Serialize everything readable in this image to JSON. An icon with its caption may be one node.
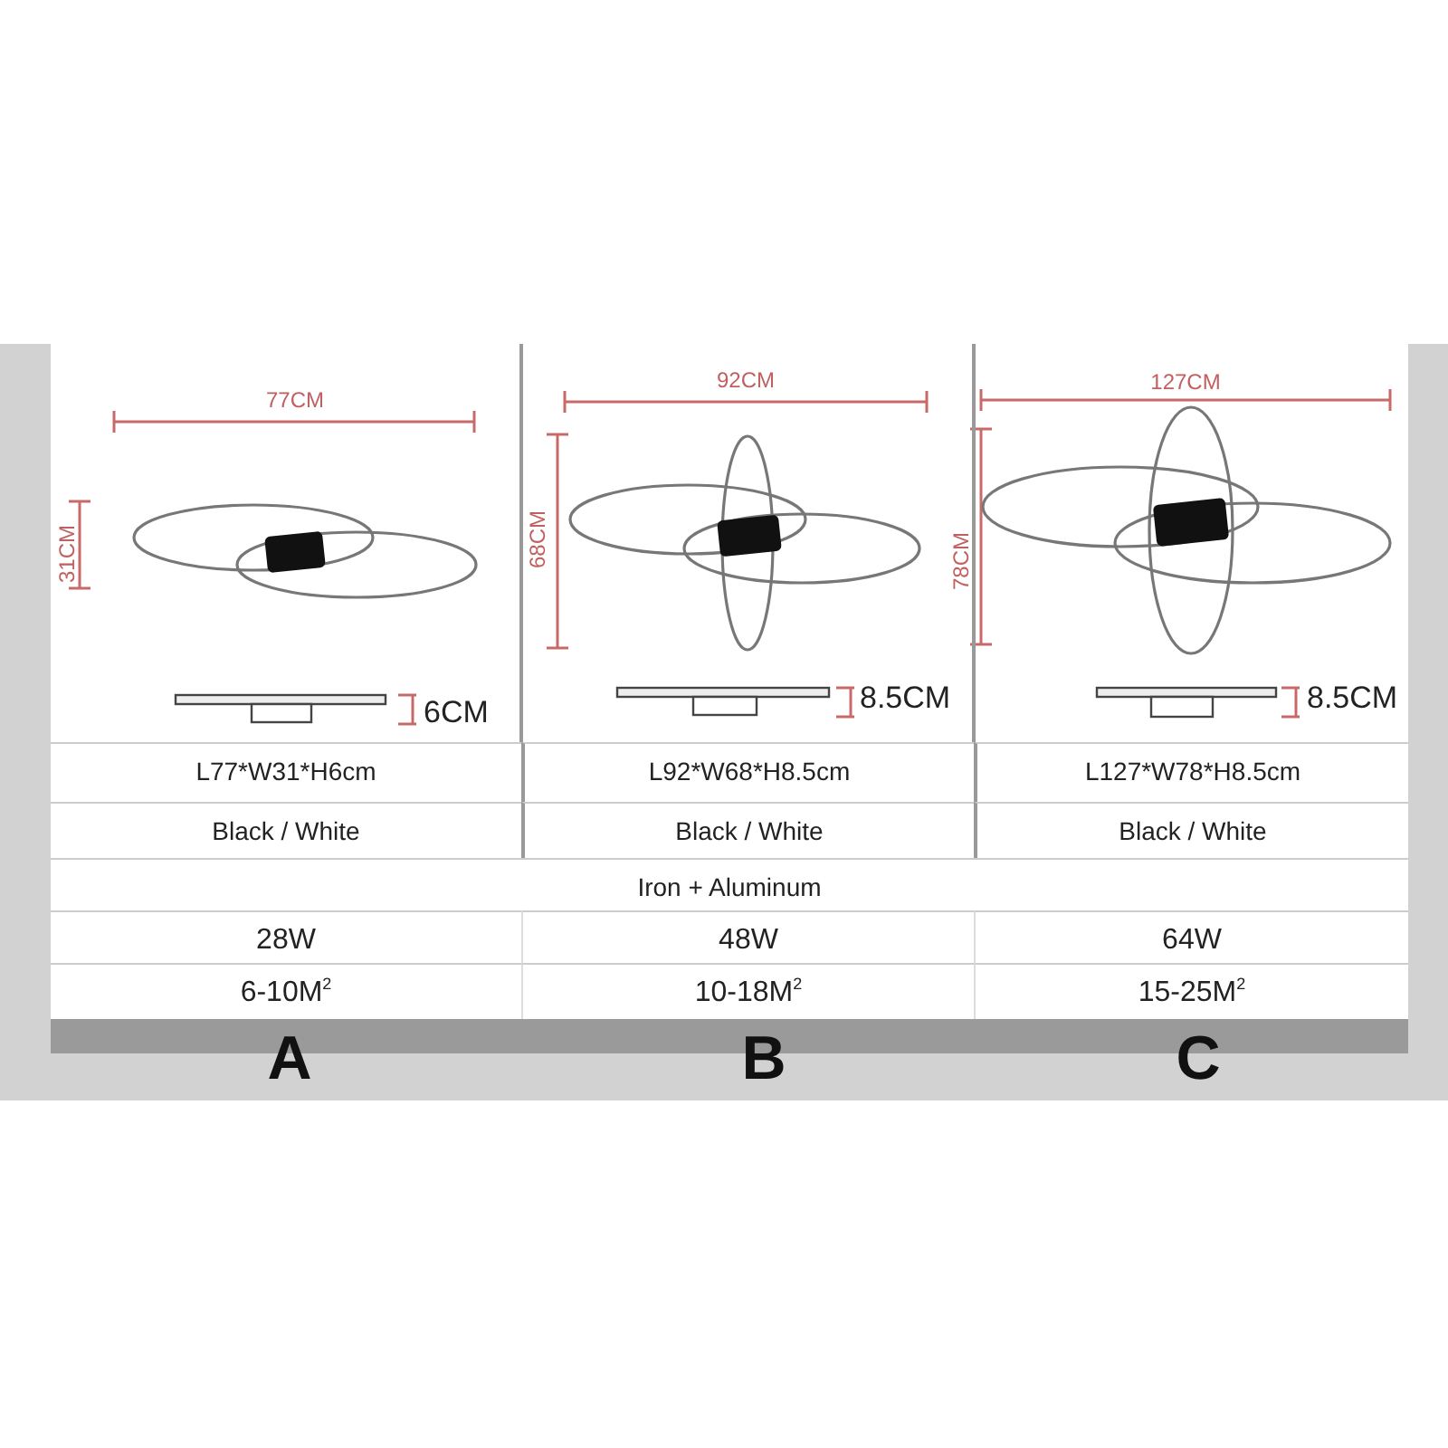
{
  "diagram": {
    "labels": [
      "77CM",
      "31CM",
      "6CM",
      "92CM",
      "68CM",
      "8.5CM",
      "127CM",
      "78CM",
      "8.5CM",
      "L77*W31*H6cm",
      "L92*W68*H8.5cm",
      "L127*W78*H8.5cm",
      "Black / White",
      "Black / White",
      "Black / White",
      "Iron + Aluminum",
      "28W",
      "48W",
      "64W",
      "6-10M$^{2}$",
      "10-18M$^{2}$",
      "15-25M$^{2}$",
      "A",
      "B",
      "C"
    ]
  }
}
